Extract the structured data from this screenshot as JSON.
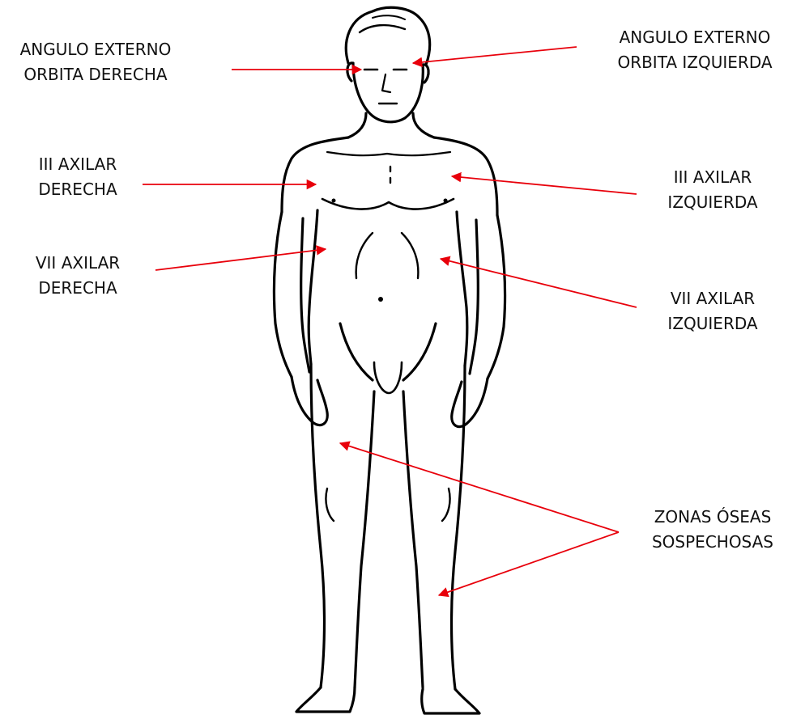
{
  "colors": {
    "arrow": "#e8000b",
    "outline": "#000000",
    "text": "#111111",
    "background": "#ffffff"
  },
  "labels": {
    "orbita_derecha": {
      "line1": "ANGULO EXTERNO",
      "line2": "ORBITA DERECHA"
    },
    "orbita_izquierda": {
      "line1": "ANGULO EXTERNO",
      "line2": "ORBITA IZQUIERDA"
    },
    "iii_axilar_derecha": {
      "line1": "III AXILAR",
      "line2": "DERECHA"
    },
    "iii_axilar_izquierda": {
      "line1": "III AXILAR",
      "line2": "IZQUIERDA"
    },
    "vii_axilar_derecha": {
      "line1": "VII AXILAR",
      "line2": "DERECHA"
    },
    "vii_axilar_izquierda": {
      "line1": "VII AXILAR",
      "line2": "IZQUIERDA"
    },
    "zonas_oseas": {
      "line1": "ZONAS ÓSEAS",
      "line2": "SOSPECHOSAS"
    }
  }
}
